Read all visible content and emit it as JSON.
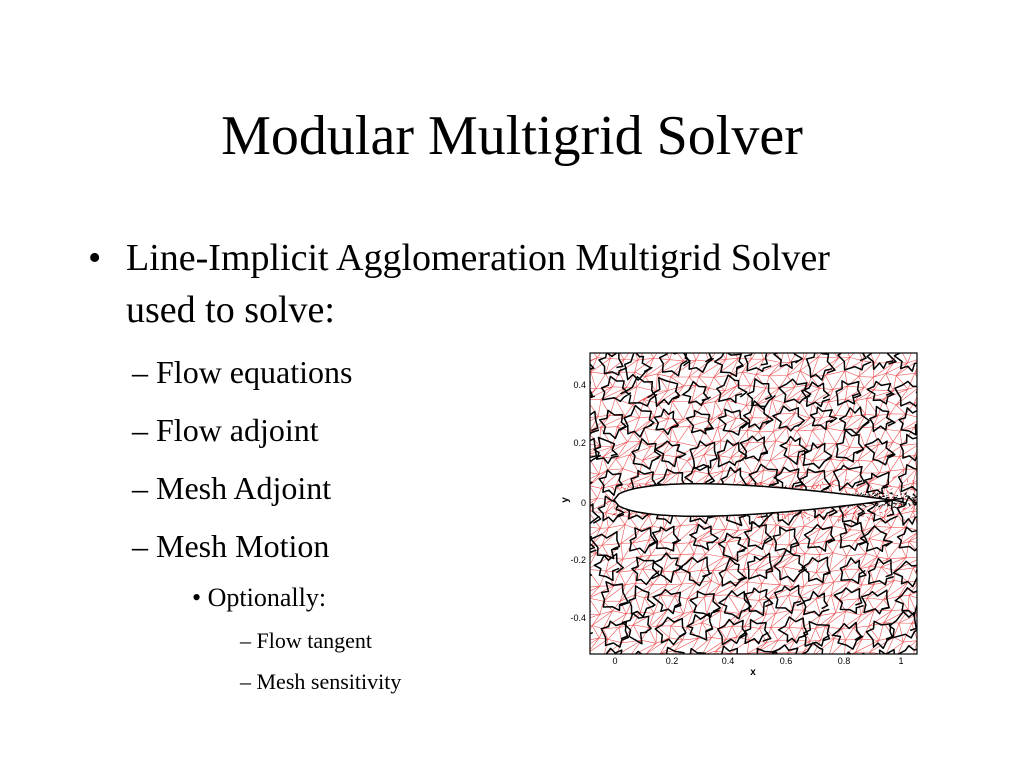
{
  "slide": {
    "title": "Modular Multigrid Solver",
    "bullet_mark": "•",
    "main_bullet": "Line-Implicit Agglomeration Multigrid Solver used to solve:",
    "sub_dash": "–",
    "sub_items": [
      "Flow equations",
      "Flow adjoint",
      "Mesh Adjoint",
      "Mesh Motion"
    ],
    "sub2_item": "Optionally:",
    "sub3_items": [
      "Flow tangent",
      "Mesh sensitivity"
    ]
  },
  "figure": {
    "xlabel": "x",
    "ylabel": "y",
    "x_ticks": [
      "0",
      "0.2",
      "0.4",
      "0.6",
      "0.8",
      "1"
    ],
    "y_ticks": [
      "0.4",
      "0.2",
      "0",
      "-0.2",
      "-0.4"
    ],
    "colors": {
      "triangulation": "#e8282b",
      "agglomeration": "#000000",
      "frame": "#000000"
    }
  }
}
